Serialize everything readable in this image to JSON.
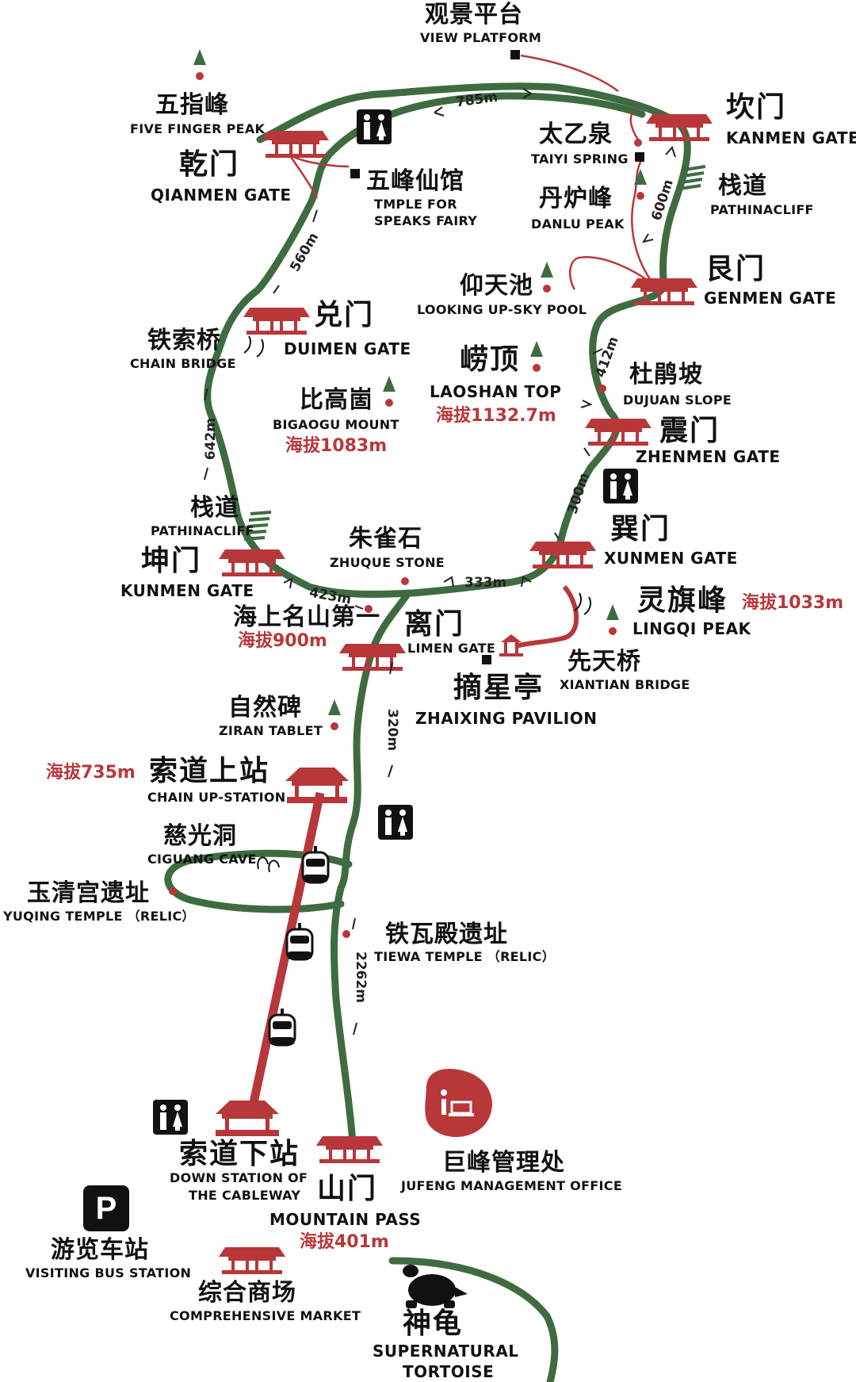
{
  "colors": {
    "trail": "#3f6b41",
    "accent": "#b8373a",
    "ink": "#1a1a1a"
  },
  "icons": [
    "restroom-icon",
    "parking-icon",
    "info-icon",
    "gate-icon",
    "peak-icon",
    "cable-car-icon",
    "tortoise-icon",
    "bridge-icon"
  ],
  "places": {
    "view_platform": {
      "zh": "观景平台",
      "en": "VIEW  PLATFORM"
    },
    "five_finger": {
      "zh": "五指峰",
      "en": "FIVE  FINGER  PEAK"
    },
    "qianmen": {
      "zh": "乾门",
      "en": "QIANMEN  GATE"
    },
    "wufeng": {
      "zh": "五峰仙馆",
      "en1": "TMPLE  FOR",
      "en2": "SPEAKS  FAIRY"
    },
    "kanmen": {
      "zh": "坎门",
      "en": "KANMEN  GATE"
    },
    "taiyi": {
      "zh": "太乙泉",
      "en": "TAIYI  SPRING"
    },
    "zhandao_top": {
      "zh": "栈道",
      "en": "PATHINACLIFF"
    },
    "danlu": {
      "zh": "丹炉峰",
      "en": "DANLU  PEAK"
    },
    "genmen": {
      "zh": "艮门",
      "en": "GENMEN  GATE"
    },
    "yangtian": {
      "zh": "仰天池",
      "en": "LOOKING  UP-SKY  POOL"
    },
    "duimen": {
      "zh": "兑门",
      "en": "DUIMEN  GATE"
    },
    "chain_bridge": {
      "zh": "铁索桥",
      "en": "CHAIN  BRIDGE"
    },
    "laoshan_top": {
      "zh": "崂顶",
      "en": "LAOSHAN  TOP",
      "alt": "海拔1132.7m"
    },
    "dujuan": {
      "zh": "杜鹃坡",
      "en": "DUJUAN  SLOPE"
    },
    "bigaogu": {
      "zh": "比高崮",
      "en": "BIGAOGU  MOUNT",
      "alt": "海拔1083m"
    },
    "zhenmen": {
      "zh": "震门",
      "en": "ZHENMEN  GATE"
    },
    "zhandao_left": {
      "zh": "栈道",
      "en": "PATHINACLIFF"
    },
    "kunmen": {
      "zh": "坤门",
      "en": "KUNMEN  GATE"
    },
    "zhuque": {
      "zh": "朱雀石",
      "en": "ZHUQUE  STONE"
    },
    "xunmen": {
      "zh": "巽门",
      "en": "XUNMEN  GATE"
    },
    "lingqi": {
      "zh": "灵旗峰",
      "en": "LINGQI  PEAK",
      "alt": "海拔1033m"
    },
    "haishang": {
      "zh": "海上名山第一",
      "alt": "海拔900m"
    },
    "limen": {
      "zh": "离门",
      "en": "LIMEN  GATE"
    },
    "xiantian": {
      "zh": "先天桥",
      "en": "XIANTIAN  BRIDGE"
    },
    "zhaixing": {
      "zh": "摘星亭",
      "en": "ZHAIXING  PAVILION"
    },
    "ziran": {
      "zh": "自然碑",
      "en": "ZIRAN  TABLET"
    },
    "up_station": {
      "zh": "索道上站",
      "en": "CHAIN  UP-STATION",
      "alt": "海拔735m"
    },
    "ciguang": {
      "zh": "慈光洞",
      "en": "CIGUANG  CAVE"
    },
    "yuqing": {
      "zh": "玉清宫遗址",
      "en": "YUQING  TEMPLE  （RELIC）"
    },
    "tiewa": {
      "zh": "铁瓦殿遗址",
      "en": "TIEWA  TEMPLE （RELIC）"
    },
    "down_station": {
      "zh": "索道下站",
      "en1": "DOWN  STATION  OF",
      "en2": "THE  CABLEWAY"
    },
    "mountain_pass": {
      "zh": "山门",
      "en": "MOUNTAIN  PASS",
      "alt": "海拔401m"
    },
    "jufeng": {
      "zh": "巨峰管理处",
      "en": "JUFENG  MANAGEMENT  OFFICE"
    },
    "bus_station": {
      "zh": "游览车站",
      "en": "VISITING  BUS  STATION"
    },
    "market": {
      "zh": "综合商场",
      "en": "COMPREHENSIVE  MARKET"
    },
    "tortoise": {
      "zh": "神龟",
      "en1": "SUPERNATURAL",
      "en2": "TORTOISE"
    }
  },
  "distances": {
    "d785": "785m",
    "d560": "560m",
    "d600": "600m",
    "d412": "412m",
    "d642": "642m",
    "d300": "300m",
    "d423": "423m",
    "d333": "333m",
    "d320": "320m",
    "d2262": "2262m"
  },
  "parking_letter": "P"
}
